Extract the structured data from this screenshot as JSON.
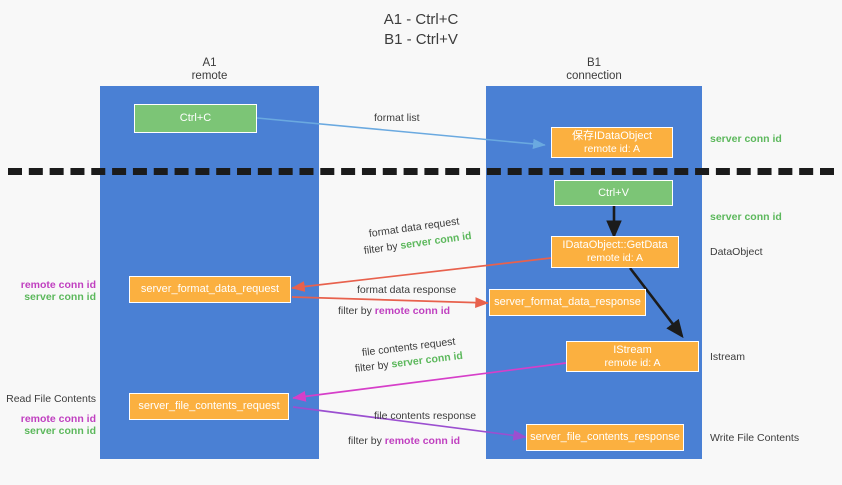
{
  "title": "A1 - Ctrl+C\nB1 - Ctrl+V",
  "lanes": [
    {
      "name": "A1",
      "sub": "remote",
      "header": "A1\nremote"
    },
    {
      "name": "B1",
      "sub": "connection",
      "header": "B1\nconnection"
    }
  ],
  "colors": {
    "lane": "#4a80d4",
    "green_box": "#7cc576",
    "orange_box": "#fbb040",
    "green_text": "#5cb85c",
    "purple_text": "#c040c0",
    "background": "#f8f8f8",
    "arrow_blue": "#6aa9e0",
    "arrow_red": "#e8614d",
    "arrow_magenta": "#d63fc9",
    "arrow_purple": "#9b4fd0",
    "arrow_black": "#1b1b1b",
    "divider": "#1b1b1b"
  },
  "nodes": {
    "ctrl_c": {
      "label": "Ctrl+C",
      "style": "green"
    },
    "save_idataobject": {
      "line1": "保存IDataObject",
      "line2": "remote id: A",
      "style": "orange"
    },
    "ctrl_v": {
      "label": "Ctrl+V",
      "style": "green"
    },
    "getdata": {
      "line1": "IDataObject::GetData",
      "line2": "remote id: A",
      "style": "orange"
    },
    "server_format_data_request": {
      "label": "server_format_data_request",
      "style": "orange"
    },
    "server_format_data_response": {
      "label": "server_format_data_response",
      "style": "orange"
    },
    "istream": {
      "line1": "IStream",
      "line2": "remote id: A",
      "style": "orange"
    },
    "server_file_contents_request": {
      "label": "server_file_contents_request",
      "style": "orange"
    },
    "server_file_contents_response": {
      "label": "server_file_contents_response",
      "style": "orange"
    }
  },
  "edge_labels": {
    "format_list": "format list",
    "format_data_request": "format data request",
    "format_data_request_filter_prefix": "filter by ",
    "format_data_request_filter_value": "server conn id",
    "format_data_response": "format data response",
    "format_data_response_filter_prefix": "filter by ",
    "format_data_response_filter_value": "remote conn id",
    "file_contents_request": "file contents request",
    "file_contents_request_filter_prefix": "filter by ",
    "file_contents_request_filter_value": "server conn id",
    "file_contents_response": "file contents response",
    "file_contents_response_filter_prefix": "filter by ",
    "file_contents_response_filter_value": "remote conn id"
  },
  "side_labels": {
    "right_server_conn_id_top": "server conn id",
    "right_server_conn_id_mid": "server conn id",
    "right_dataobject": "DataObject",
    "right_istream": "Istream",
    "right_write_file_contents": "Write File Contents",
    "left_remote_conn_id_1": "remote conn id",
    "left_server_conn_id_1": "server conn id",
    "left_read_file_contents": "Read File Contents",
    "left_remote_conn_id_2": "remote conn id",
    "left_server_conn_id_2": "server conn id"
  }
}
